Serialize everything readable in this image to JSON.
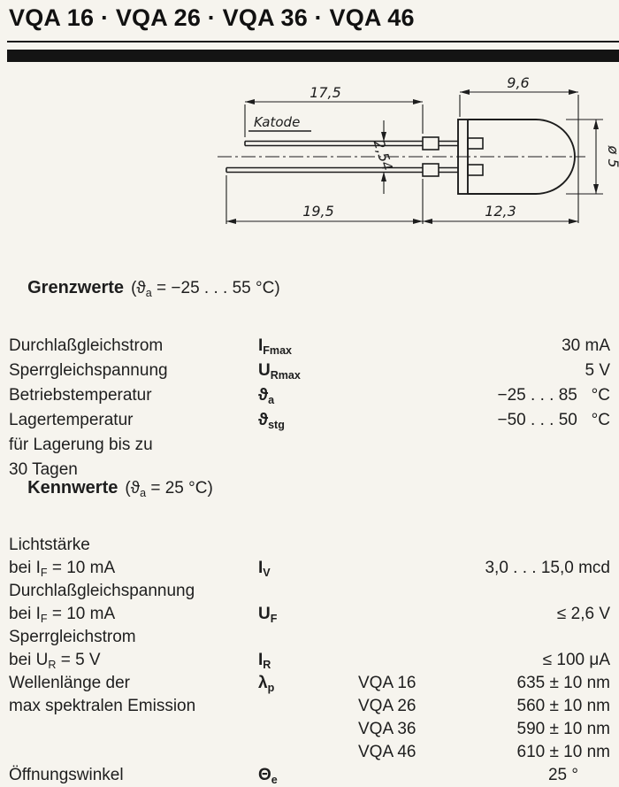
{
  "page": {
    "title": "VQA 16 · VQA 26 · VQA 36 · VQA 46"
  },
  "drawing": {
    "labels": {
      "katode": "Katode",
      "dim_top_left": "17,5",
      "dim_top_right": "9,6",
      "dim_pitch": "2,54",
      "dim_diameter": "ø 5",
      "dim_bottom_left": "19,5",
      "dim_bottom_right": "12,3"
    }
  },
  "grenzwerte": {
    "heading": "Grenzwerte",
    "condition": "(ϑ_{a} = −25 . . . 55 °C)",
    "rows": [
      {
        "param_lines": [
          "Durchlaßgleichstrom"
        ],
        "symbol": "I_{Fmax}",
        "value": "30 mA"
      },
      {
        "param_lines": [
          "Sperrgleichspannung"
        ],
        "symbol": "U_{Rmax}",
        "value": "5 V"
      },
      {
        "param_lines": [
          "Betriebstemperatur"
        ],
        "symbol": "ϑ_{a}",
        "value": "−25 . . . 85   °C"
      },
      {
        "param_lines": [
          "Lagertemperatur",
          "für Lagerung bis zu",
          "30 Tagen"
        ],
        "symbol": "ϑ_{stg}",
        "value": "−50 . . . 50   °C"
      }
    ]
  },
  "kennwerte": {
    "heading": "Kennwerte",
    "condition": "(ϑ_{a} = 25 °C)",
    "rows": [
      {
        "param_lines": [
          "Lichtstärke",
          "bei I_{F} = 10 mA"
        ],
        "symbol": "I_{V}",
        "value": "3,0 . . . 15,0 mcd",
        "align": "bottom"
      },
      {
        "param_lines": [
          "Durchlaßgleichspannung",
          "bei I_{F} = 10 mA"
        ],
        "symbol": "U_{F}",
        "value": "≤ 2,6 V",
        "align": "bottom"
      },
      {
        "param_lines": [
          "Sperrgleichstrom",
          "bei U_{R} = 5 V"
        ],
        "symbol": "I_{R}",
        "value": "≤ 100 μA",
        "align": "bottom"
      },
      {
        "param_lines": [
          "Wellenlänge der",
          "max spektralen Emission"
        ],
        "symbol": "λ_{p}",
        "variants": [
          {
            "name": "VQA 16",
            "value": "635 ± 10 nm"
          },
          {
            "name": "VQA 26",
            "value": "560 ± 10 nm"
          },
          {
            "name": "VQA 36",
            "value": "590 ± 10 nm"
          },
          {
            "name": "VQA 46",
            "value": "610 ± 10 nm"
          }
        ]
      },
      {
        "param_lines": [
          "Öffnungswinkel"
        ],
        "symbol": "Θ_{e}",
        "value": "25 °"
      }
    ]
  }
}
